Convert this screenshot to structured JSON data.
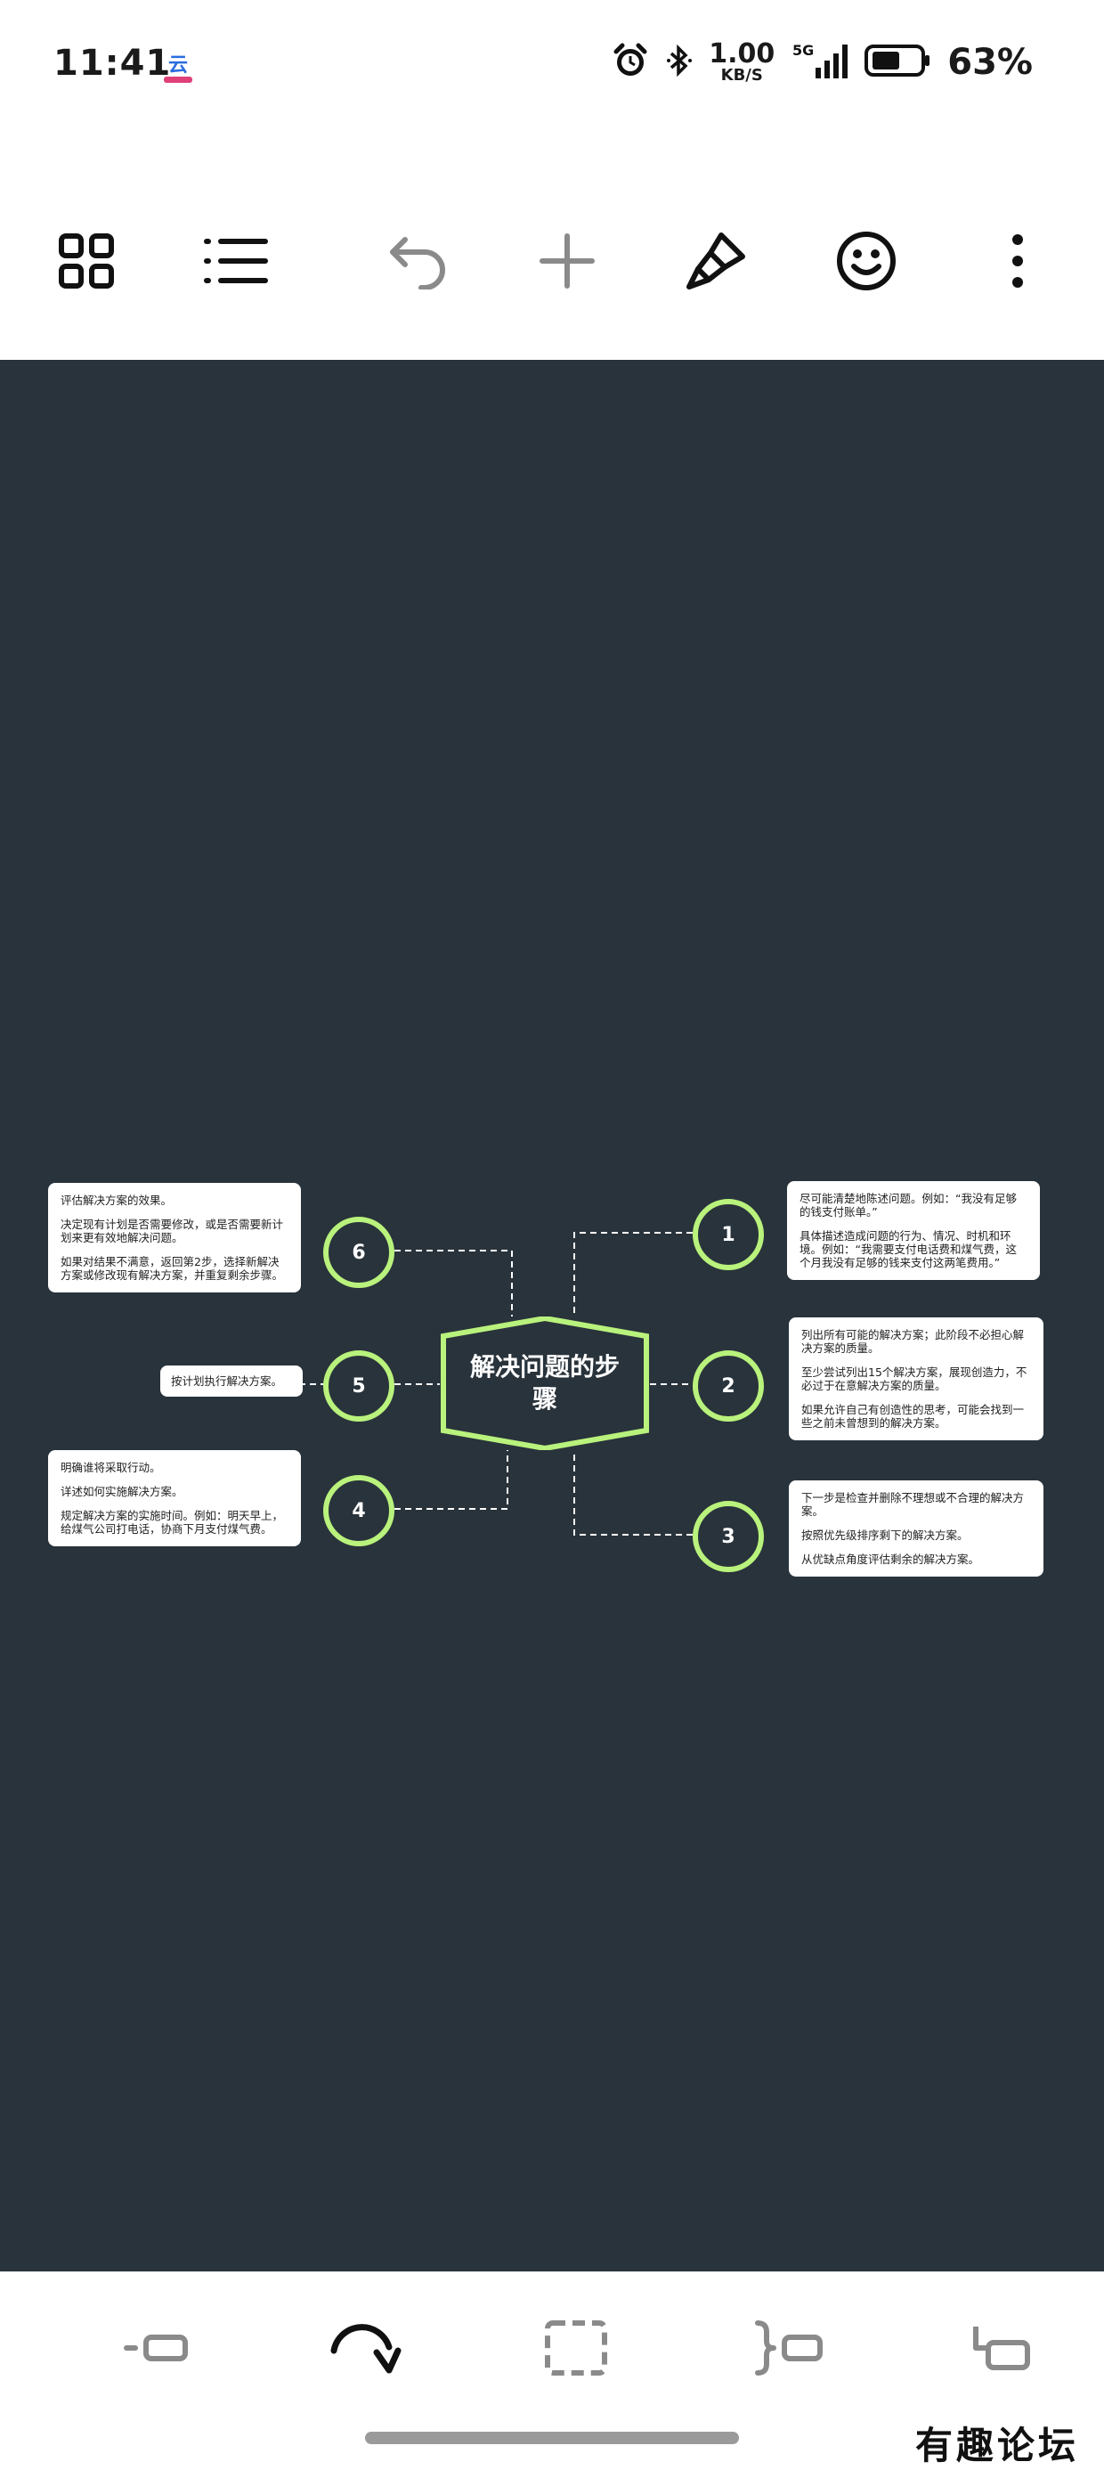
{
  "status_bar": {
    "time": "11:41",
    "app_badge": "云",
    "net_speed_value": "1.00",
    "net_speed_unit": "KB/S",
    "network": "5G",
    "battery": "63%"
  },
  "toolbar": {
    "icons": [
      "grid-icon",
      "list-icon",
      "undo-icon",
      "add-icon",
      "paint-brush-icon",
      "emoji-icon",
      "more-vertical-icon"
    ]
  },
  "mindmap": {
    "center": "解决问题的步骤",
    "accent_color": "#b9f27c",
    "background_color": "#29333b",
    "steps": [
      {
        "num": "1",
        "texts": [
          "尽可能清楚地陈述问题。例如：“我没有足够的钱支付账单。”",
          "具体描述造成问题的行为、情况、时机和环境。例如：“我需要支付电话费和煤气费，这个月我没有足够的钱来支付这两笔费用。”"
        ]
      },
      {
        "num": "2",
        "texts": [
          "列出所有可能的解决方案；此阶段不必担心解决方案的质量。",
          "至少尝试列出15个解决方案，展现创造力，不必过于在意解决方案的质量。",
          "如果允许自己有创造性的思考，可能会找到一些之前未曾想到的解决方案。"
        ]
      },
      {
        "num": "3",
        "texts": [
          "下一步是检查并删除不理想或不合理的解决方案。",
          "按照优先级排序剩下的解决方案。",
          "从优缺点角度评估剩余的解决方案。"
        ]
      },
      {
        "num": "4",
        "texts": [
          "明确谁将采取行动。",
          "详述如何实施解决方案。",
          "规定解决方案的实施时间。例如：明天早上，给煤气公司打电话，协商下月支付煤气费。"
        ]
      },
      {
        "num": "5",
        "texts": [
          "按计划执行解决方案。"
        ]
      },
      {
        "num": "6",
        "texts": [
          "评估解决方案的效果。",
          "决定现有计划是否需要修改，或是否需要新计划来更有效地解决问题。",
          "如果对结果不满意，返回第2步，选择新解决方案或修改现有解决方案，并重复剩余步骤。"
        ]
      }
    ]
  },
  "bottom_bar": {
    "icons": [
      "add-sibling-icon",
      "redo-icon",
      "select-area-icon",
      "summary-bracket-icon",
      "add-child-icon"
    ]
  },
  "watermark": "有趣论坛"
}
